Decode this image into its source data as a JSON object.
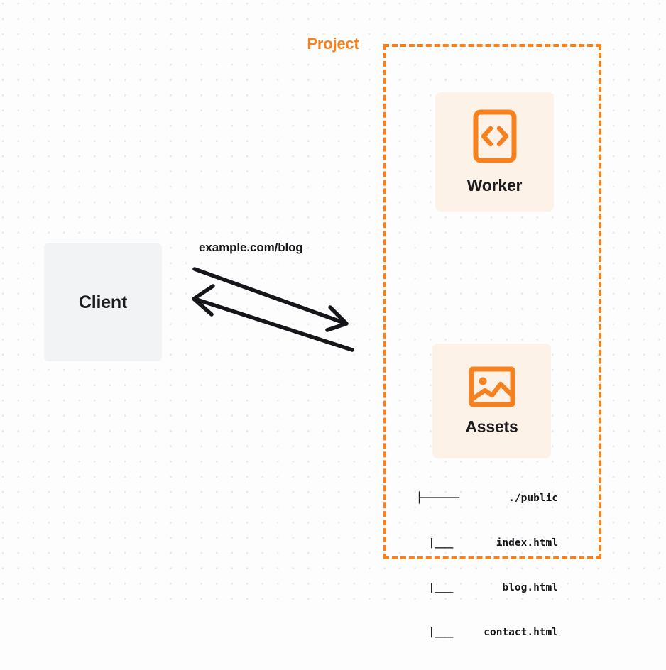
{
  "diagram": {
    "background": {
      "color": "#fdfdfd",
      "dot_color": "#e9e9ec",
      "pattern": "dot-grid"
    },
    "colors": {
      "accent_orange": "#f6821f",
      "card_tint": "#fdf2e8",
      "client_fill": "#f2f3f5",
      "text_dark": "#16161a"
    },
    "client": {
      "label": "Client",
      "name": "client-node"
    },
    "connection": {
      "label": "example.com/blog",
      "request_arrow": "arrow-right",
      "response_arrow": "arrow-left"
    },
    "project": {
      "title": "Project",
      "services": [
        {
          "label": "Worker",
          "icon": "code-brackets-icon"
        },
        {
          "label": "Assets",
          "icon": "image-icon"
        }
      ]
    },
    "file_tree": {
      "rows": [
        {
          "branch": "├──────",
          "name": "./public"
        },
        {
          "branch": "  |___",
          "name": "index.html"
        },
        {
          "branch": "  |___",
          "name": "blog.html"
        },
        {
          "branch": "  |___",
          "name": "contact.html"
        }
      ]
    }
  }
}
